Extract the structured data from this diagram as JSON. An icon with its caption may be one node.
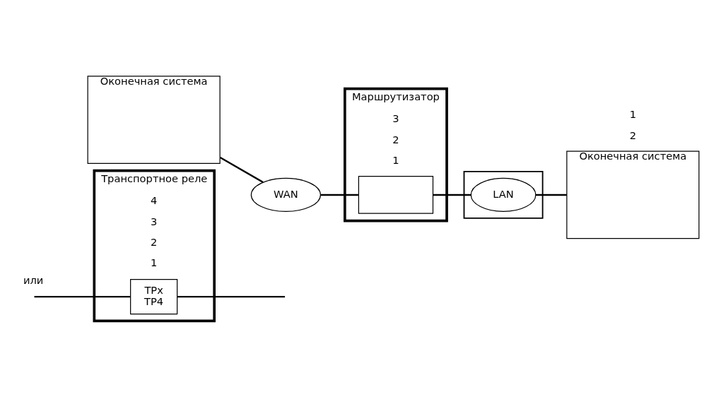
{
  "diagram": {
    "nodes": [
      {
        "text": [
          "Оконечная система"
        ]
      },
      {
        "text": [
          "Транспортное реле"
        ]
      },
      {
        "text": [
          "TPx",
          "TP4"
        ],
        "in": 1
      },
      {
        "text": [
          "WAN"
        ]
      },
      {
        "text": [
          "Маршрутизатор"
        ]
      },
      {
        "text": [],
        "shape": "box",
        "in": 4
      },
      {
        "text": [],
        "shape": "box"
      },
      {
        "text": [
          "LAN"
        ],
        "in": 6
      },
      {
        "text": [
          "Оконечная система"
        ]
      }
    ],
    "edges": [
      {
        "from": 0,
        "to": 3,
        "arrow": "none"
      },
      {
        "from": 3,
        "to": 5,
        "arrow": "none"
      },
      {
        "from": 5,
        "to": 7,
        "arrow": "none"
      },
      {
        "from": 7,
        "to": 8,
        "arrow": "none"
      },
      {
        "from": null,
        "to": 2,
        "arrow": "none"
      },
      {
        "from": 2,
        "to": null,
        "arrow": "none"
      }
    ],
    "labels": [
      "4",
      "3",
      "2",
      "1",
      "или",
      "3",
      "2",
      "1",
      "2",
      "1"
    ]
  }
}
